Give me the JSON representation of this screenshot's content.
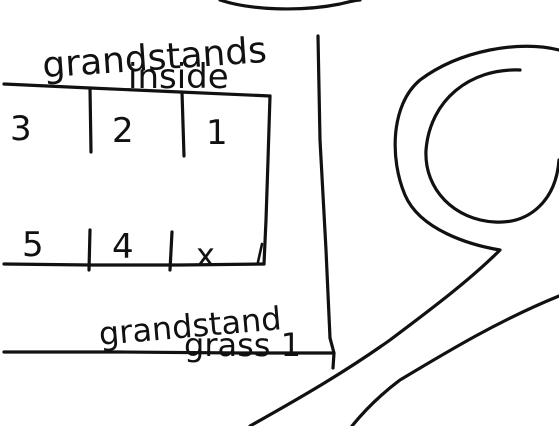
{
  "labels": {
    "grandstands_line1": "grandstands",
    "grandstands_line2": "inside",
    "grandstand_grass_line1": "grandstand",
    "grandstand_grass_line2": "grass 1"
  },
  "sections": {
    "top_row": [
      "3",
      "2",
      "1"
    ],
    "bottom_row": [
      "5",
      "4",
      "x"
    ]
  }
}
